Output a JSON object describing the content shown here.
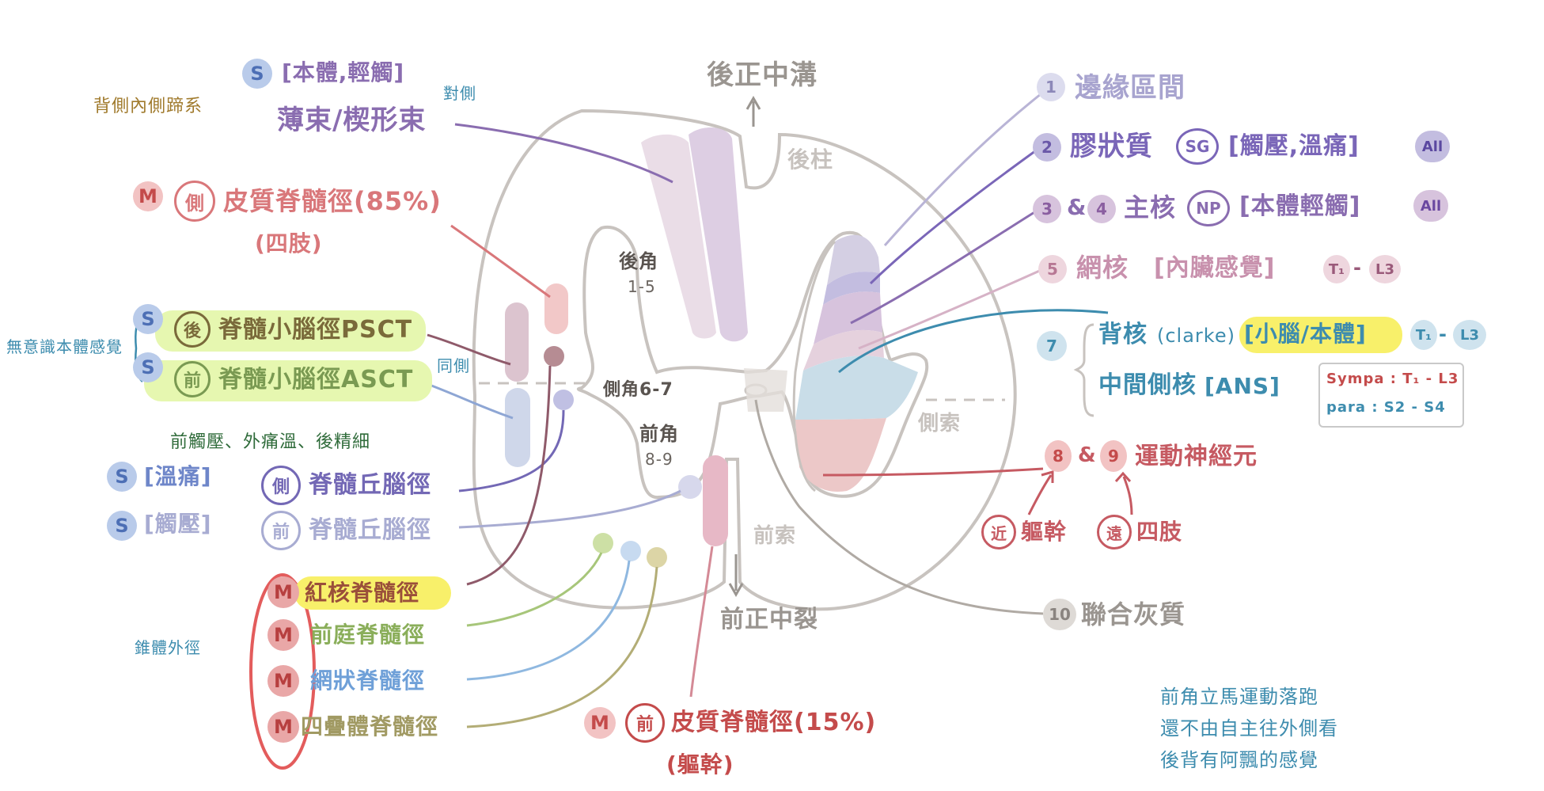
{
  "colors": {
    "purple": "#8a6db0",
    "red": "#d9777a",
    "blue": "#6e86c9",
    "teal": "#3d8cae",
    "green": "#7a9a52",
    "olive": "#a19a63",
    "gray": "#a8a4a0",
    "brown": "#a07a2c",
    "highlight_green": "#e6f7b0",
    "highlight_yellow": "#f8f06a"
  },
  "top": {
    "posterior_sulcus": "後正中溝",
    "posterior_column": "後柱",
    "anterior_fissure": "前正中裂",
    "anterior_funiculus": "前索",
    "lateral_funiculus": "側索"
  },
  "horns": {
    "posterior": "後角",
    "posterior_laminae": "1-5",
    "lateral": "側角6-7",
    "anterior": "前角",
    "anterior_laminae": "8-9"
  },
  "left": {
    "dcml_system": "背側內側蹄系",
    "dcml_badge": "S",
    "dcml_bracket": "[本體,輕觸]",
    "dcml_tract": "薄束/楔形束",
    "contralateral": "對側",
    "lcst_badge": "M",
    "lcst_ring": "側",
    "lcst_name": "皮質脊髓徑(85%)",
    "lcst_sub": "(四肢)",
    "unconscious": "無意識本體感覺",
    "pscst_badge": "S",
    "pscst_ring": "後",
    "pscst_name": "脊髓小腦徑PSCT",
    "ascst_badge": "S",
    "ascst_ring": "前",
    "ascst_name": "脊髓小腦徑ASCT",
    "ipsilateral": "同側",
    "spinothal_note": "前觸壓、外痛溫、後精細",
    "lst_badge": "S",
    "lst_bracket": "[溫痛]",
    "lst_ring": "側",
    "lst_name": "脊髓丘腦徑",
    "ast_badge": "S",
    "ast_bracket": "[觸壓]",
    "ast_ring": "前",
    "ast_name": "脊髓丘腦徑",
    "extrapyramidal": "錐體外徑",
    "m1_badge": "M",
    "m1_name": "紅核脊髓徑",
    "m2_badge": "M",
    "m2_name": "前庭脊髓徑",
    "m3_badge": "M",
    "m3_name": "網狀脊髓徑",
    "m4_badge": "M",
    "m4_name": "四疊體脊髓徑"
  },
  "bottom": {
    "acst_badge": "M",
    "acst_ring": "前",
    "acst_name": "皮質脊髓徑(15%)",
    "acst_sub": "(軀幹)"
  },
  "right": {
    "l1_num": "1",
    "l1_name": "邊緣區間",
    "l2_num": "2",
    "l2_name": "膠狀質",
    "l2_ring": "SG",
    "l2_bracket": "[觸壓,溫痛]",
    "l2_tag": "All",
    "l34_num_a": "3",
    "l34_amp": "&",
    "l34_num_b": "4",
    "l34_name": "主核",
    "l34_ring": "NP",
    "l34_bracket": "[本體輕觸]",
    "l34_tag": "All",
    "l5_num": "5",
    "l5_name": "網核",
    "l5_bracket": "[內臟感覺]",
    "l5_t": "T₁",
    "l5_dash": "-",
    "l5_l": "L3",
    "l7_num": "7",
    "l7_a": "背核",
    "l7_a_paren": "(clarke)",
    "l7_a_bracket": "[小腦/本體]",
    "l7_t": "T₁",
    "l7_dash": "-",
    "l7_l": "L3",
    "l7_b": "中間側核",
    "l7_b_bracket": "[ANS]",
    "sympa": "Sympa : T₁ - L3",
    "para": "para : S2 - S4",
    "l89_num_a": "8",
    "l89_amp": "&",
    "l89_num_b": "9",
    "l89_name": "運動神經元",
    "prox_ring": "近",
    "prox_name": "軀幹",
    "dist_ring": "遠",
    "dist_name": "四肢",
    "l10_num": "10",
    "l10_name": "聯合灰質",
    "mnemonic_1": "前角立馬運動落跑",
    "mnemonic_2": "還不由自主往外側看",
    "mnemonic_3": "後背有阿飄的感覺"
  }
}
